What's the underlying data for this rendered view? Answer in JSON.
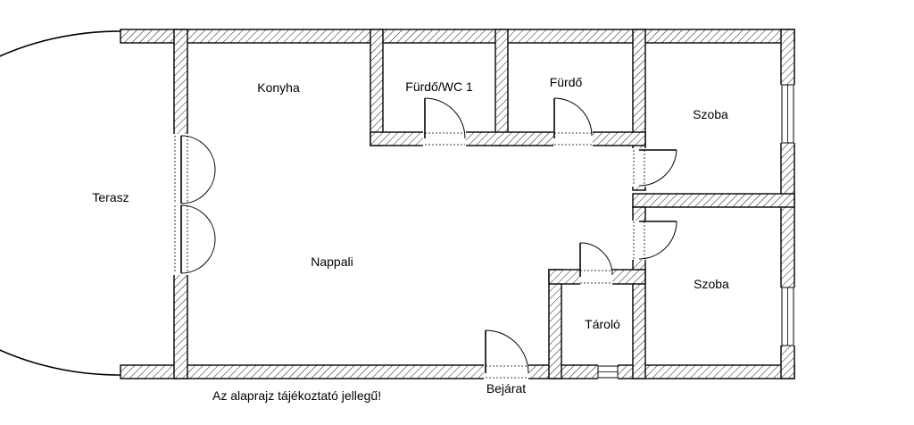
{
  "plan": {
    "rooms": {
      "terasz": "Terasz",
      "konyha": "Konyha",
      "furdo_wc": "Fürdő/WC 1",
      "furdo": "Fürdő",
      "szoba_top": "Szoba",
      "nappali": "Nappali",
      "szoba_bottom": "Szoba",
      "tarolo": "Tároló"
    },
    "entrance_label": "Bejárat",
    "disclaimer": "Az alaprajz tájékoztató jellegű!",
    "colors": {
      "wall_stroke": "#000000",
      "hatch": "#000000",
      "background": "#ffffff"
    }
  }
}
